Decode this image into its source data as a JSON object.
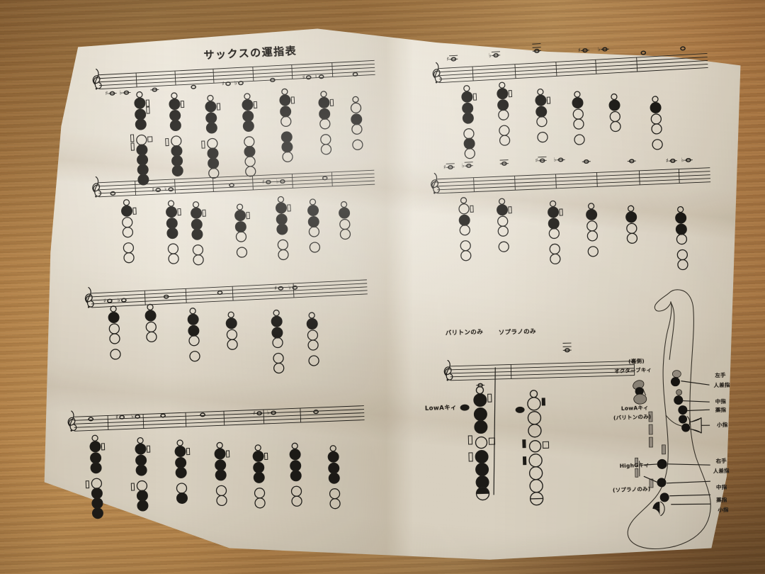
{
  "photo": {
    "subject": "saxophone-fingering-chart-printed-sheet",
    "background_color": "#b07f46",
    "paper_color": "#e9e3d6",
    "ink_color": "#24201b"
  },
  "sheet": {
    "title": "サックスの運指表",
    "left_page": {
      "rows": [
        {
          "row_index": 1,
          "clef": "treble",
          "notes": [
            "♯♮",
            "♭♮",
            "o",
            "o",
            "♯o ♭o",
            "o",
            "♯o ♮o",
            "o"
          ],
          "fingerings": 8
        },
        {
          "row_index": 2,
          "clef": "treble",
          "notes": [
            "o",
            "♯o ♮o",
            "o",
            "♯o ♭o",
            "o"
          ],
          "fingerings": 8
        },
        {
          "row_index": 3,
          "clef": "treble",
          "notes": [
            "♯o ♭o",
            "o",
            "o",
            "♯o ♭o"
          ],
          "fingerings": 6
        },
        {
          "row_index": 4,
          "clef": "treble",
          "notes": [
            "o",
            "♯o ♭o",
            "o",
            "o",
            "♯o ♭o",
            "o"
          ],
          "fingerings": 7
        }
      ]
    },
    "right_page": {
      "rows": [
        {
          "row_index": 1,
          "clef": "treble",
          "notes": [
            "♯o",
            "♭o",
            "o",
            "♯o ♭o",
            "o",
            "o"
          ],
          "fingerings": 7
        },
        {
          "row_index": 2,
          "clef": "treble",
          "notes": [
            "♯o",
            "♭o",
            "o",
            "♯o ♭o",
            "o",
            "o",
            "♯o ♭o"
          ],
          "fingerings": 7
        }
      ],
      "special_section": {
        "heading_left": "バリトンのみ",
        "heading_right": "ソプラノのみ",
        "key_label": "LowAキィ",
        "fingerings": 2
      }
    },
    "sax_diagram": {
      "labels": [
        {
          "id": "octave-key",
          "lines": [
            "(裏側)",
            "オクターブキィ"
          ]
        },
        {
          "id": "low-a-key",
          "lines": [
            "LowAキィ",
            "(バリトンのみ)"
          ]
        },
        {
          "id": "high-g-key",
          "lines": [
            "HighGキィ",
            "(ソプラノのみ)"
          ]
        },
        {
          "id": "left-hand",
          "text": "左手"
        },
        {
          "id": "left-index",
          "text": "人差指"
        },
        {
          "id": "left-middle",
          "text": "中指"
        },
        {
          "id": "left-ring",
          "text": "薬指"
        },
        {
          "id": "left-little",
          "text": "小指"
        },
        {
          "id": "right-hand",
          "text": "右手"
        },
        {
          "id": "right-index",
          "text": "人差指"
        },
        {
          "id": "right-middle",
          "text": "中指"
        },
        {
          "id": "right-ring",
          "text": "薬指"
        },
        {
          "id": "right-little",
          "text": "小指"
        }
      ]
    }
  }
}
